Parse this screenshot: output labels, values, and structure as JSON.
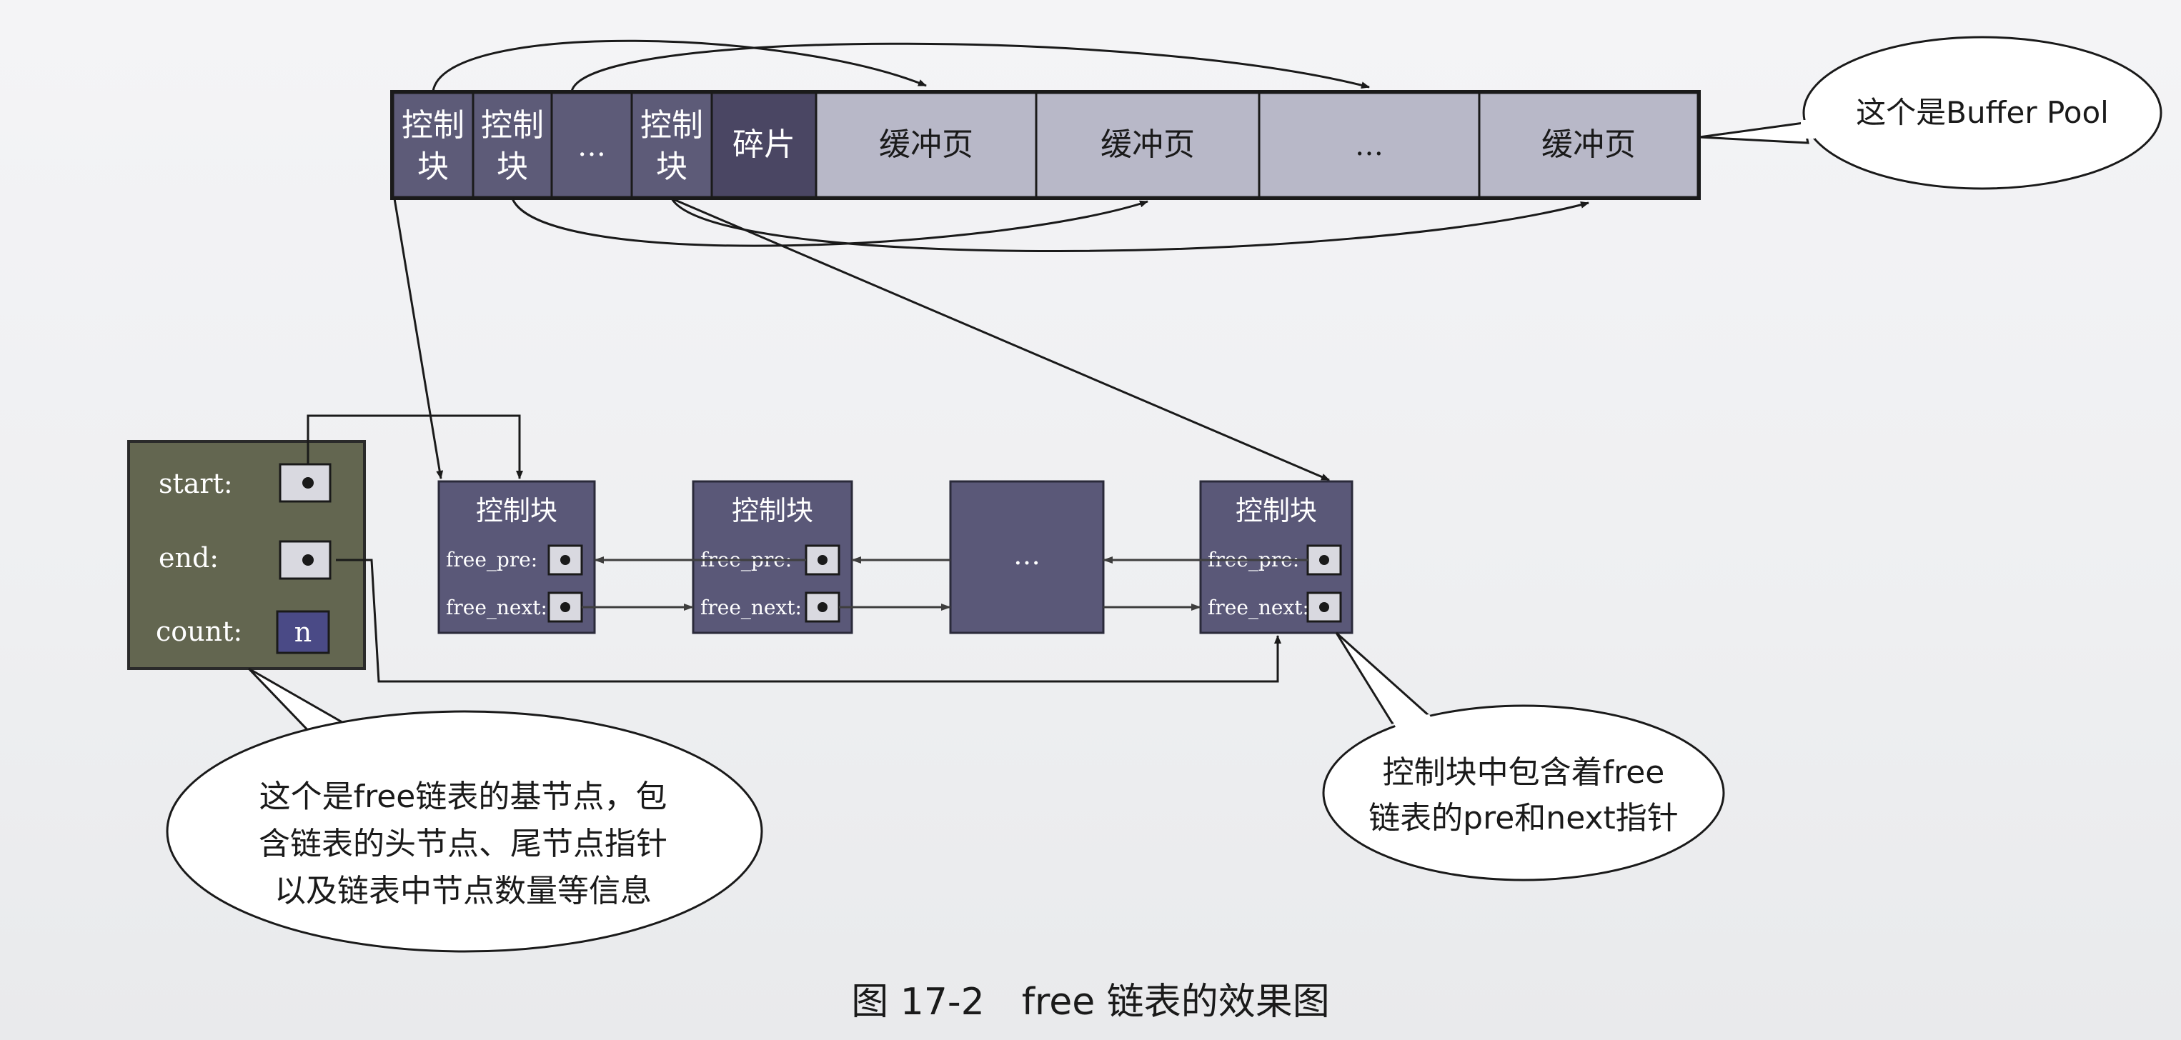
{
  "buffer_pool": {
    "cells": [
      {
        "line1": "控制",
        "line2": "块"
      },
      {
        "line1": "控制",
        "line2": "块"
      },
      {
        "line1": "…",
        "line2": ""
      },
      {
        "line1": "控制",
        "line2": "块"
      },
      {
        "line1": "碎片",
        "line2": ""
      },
      {
        "line1": "缓冲页",
        "line2": ""
      },
      {
        "line1": "缓冲页",
        "line2": ""
      },
      {
        "line1": "…",
        "line2": ""
      },
      {
        "line1": "缓冲页",
        "line2": ""
      }
    ],
    "callout": "这个是Buffer Pool"
  },
  "base_node": {
    "start_label": "start:",
    "end_label": "end:",
    "count_label": "count:",
    "count_value": "n"
  },
  "control_blocks": [
    {
      "title": "控制块",
      "pre_label": "free_pre:",
      "next_label": "free_next:"
    },
    {
      "title": "控制块",
      "pre_label": "free_pre:",
      "next_label": "free_next:"
    },
    {
      "title": "…",
      "pre_label": "",
      "next_label": ""
    },
    {
      "title": "控制块",
      "pre_label": "free_pre:",
      "next_label": "free_next:"
    }
  ],
  "callouts": {
    "base_node": [
      "这个是free链表的基节点，包",
      "含链表的头节点、尾节点指针",
      "以及链表中节点数量等信息"
    ],
    "control_block": [
      "控制块中包含着free",
      "链表的pre和next指针"
    ]
  },
  "caption": "图 17-2　free 链表的效果图",
  "colors": {
    "control_cell": "#5d5b78",
    "fragment_cell": "#4a4663",
    "page_cell": "#b8b8c8",
    "base_node": "#636650",
    "list_node": "#5a5878",
    "line": "#1a1a1a"
  }
}
